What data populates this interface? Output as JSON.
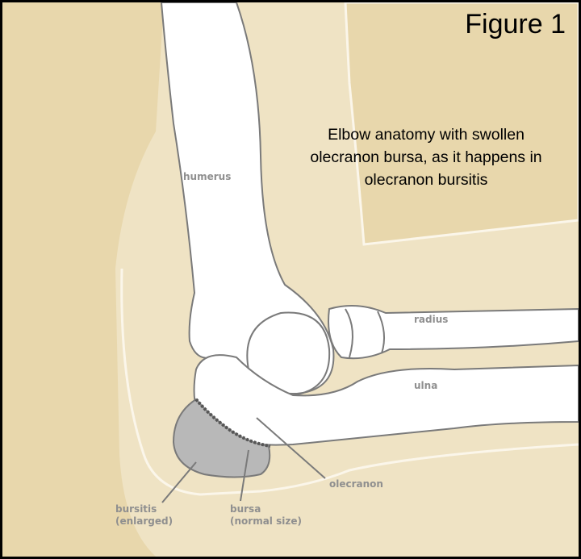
{
  "figure_label": "Figure 1",
  "caption": {
    "line1": "Elbow anatomy with swollen",
    "line2": "olecranon bursa, as it happens in",
    "line3": "olecranon bursitis"
  },
  "labels": {
    "humerus": "humerus",
    "radius": "radius",
    "ulna": "ulna",
    "olecranon": "olecranon",
    "bursitis_line1": "bursitis",
    "bursitis_line2": "(enlarged)",
    "bursa_line1": "bursa",
    "bursa_line2": "(normal size)"
  },
  "colors": {
    "background": "#e8d7ac",
    "bone": "#ffffff",
    "bursa": "#b8b8b8",
    "outline": "#7a7a7a",
    "label": "#8f8f8f"
  }
}
